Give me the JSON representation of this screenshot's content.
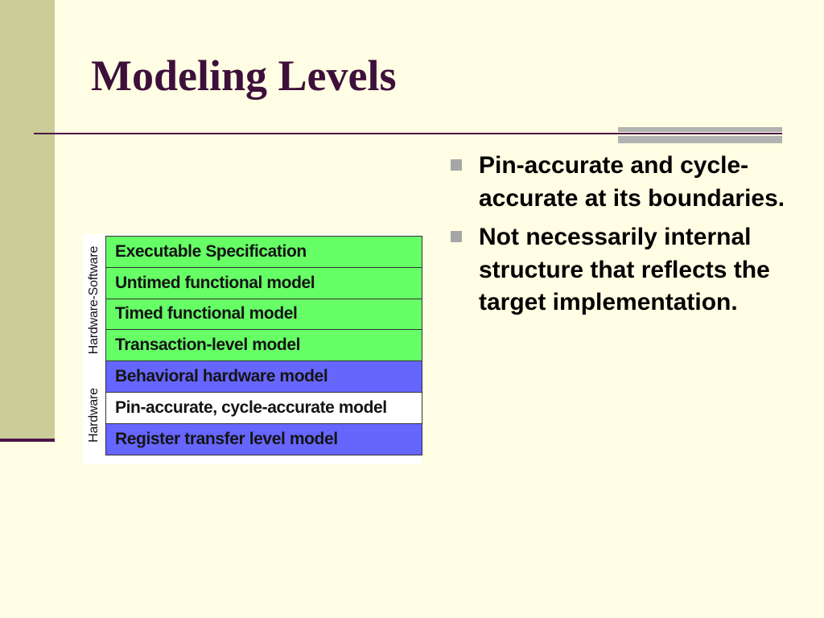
{
  "slide": {
    "title": "Modeling Levels",
    "colors": {
      "background": "#fffde3",
      "sidebar": "#cccc99",
      "title": "#3d0f3a",
      "rule": "#4a1646",
      "green": "#66ff66",
      "blue": "#6666ff"
    }
  },
  "diagram": {
    "side_labels": [
      "Hardware-Software",
      "Hardware"
    ],
    "levels": [
      {
        "label": "Executable Specification",
        "color": "green"
      },
      {
        "label": "Untimed functional model",
        "color": "green"
      },
      {
        "label": "Timed functional model",
        "color": "green"
      },
      {
        "label": "Transaction-level model",
        "color": "green"
      },
      {
        "label": "Behavioral hardware model",
        "color": "blue"
      },
      {
        "label": "Pin-accurate, cycle-accurate model",
        "color": "white"
      },
      {
        "label": "Register transfer level model",
        "color": "blue"
      }
    ]
  },
  "bullets": [
    {
      "text": "Pin-accurate and cycle-accurate at its boundaries.",
      "icon": "square-bullet-icon"
    },
    {
      "text": "Not necessarily internal structure that reflects the target implementation.",
      "icon": "square-bullet-icon"
    }
  ]
}
